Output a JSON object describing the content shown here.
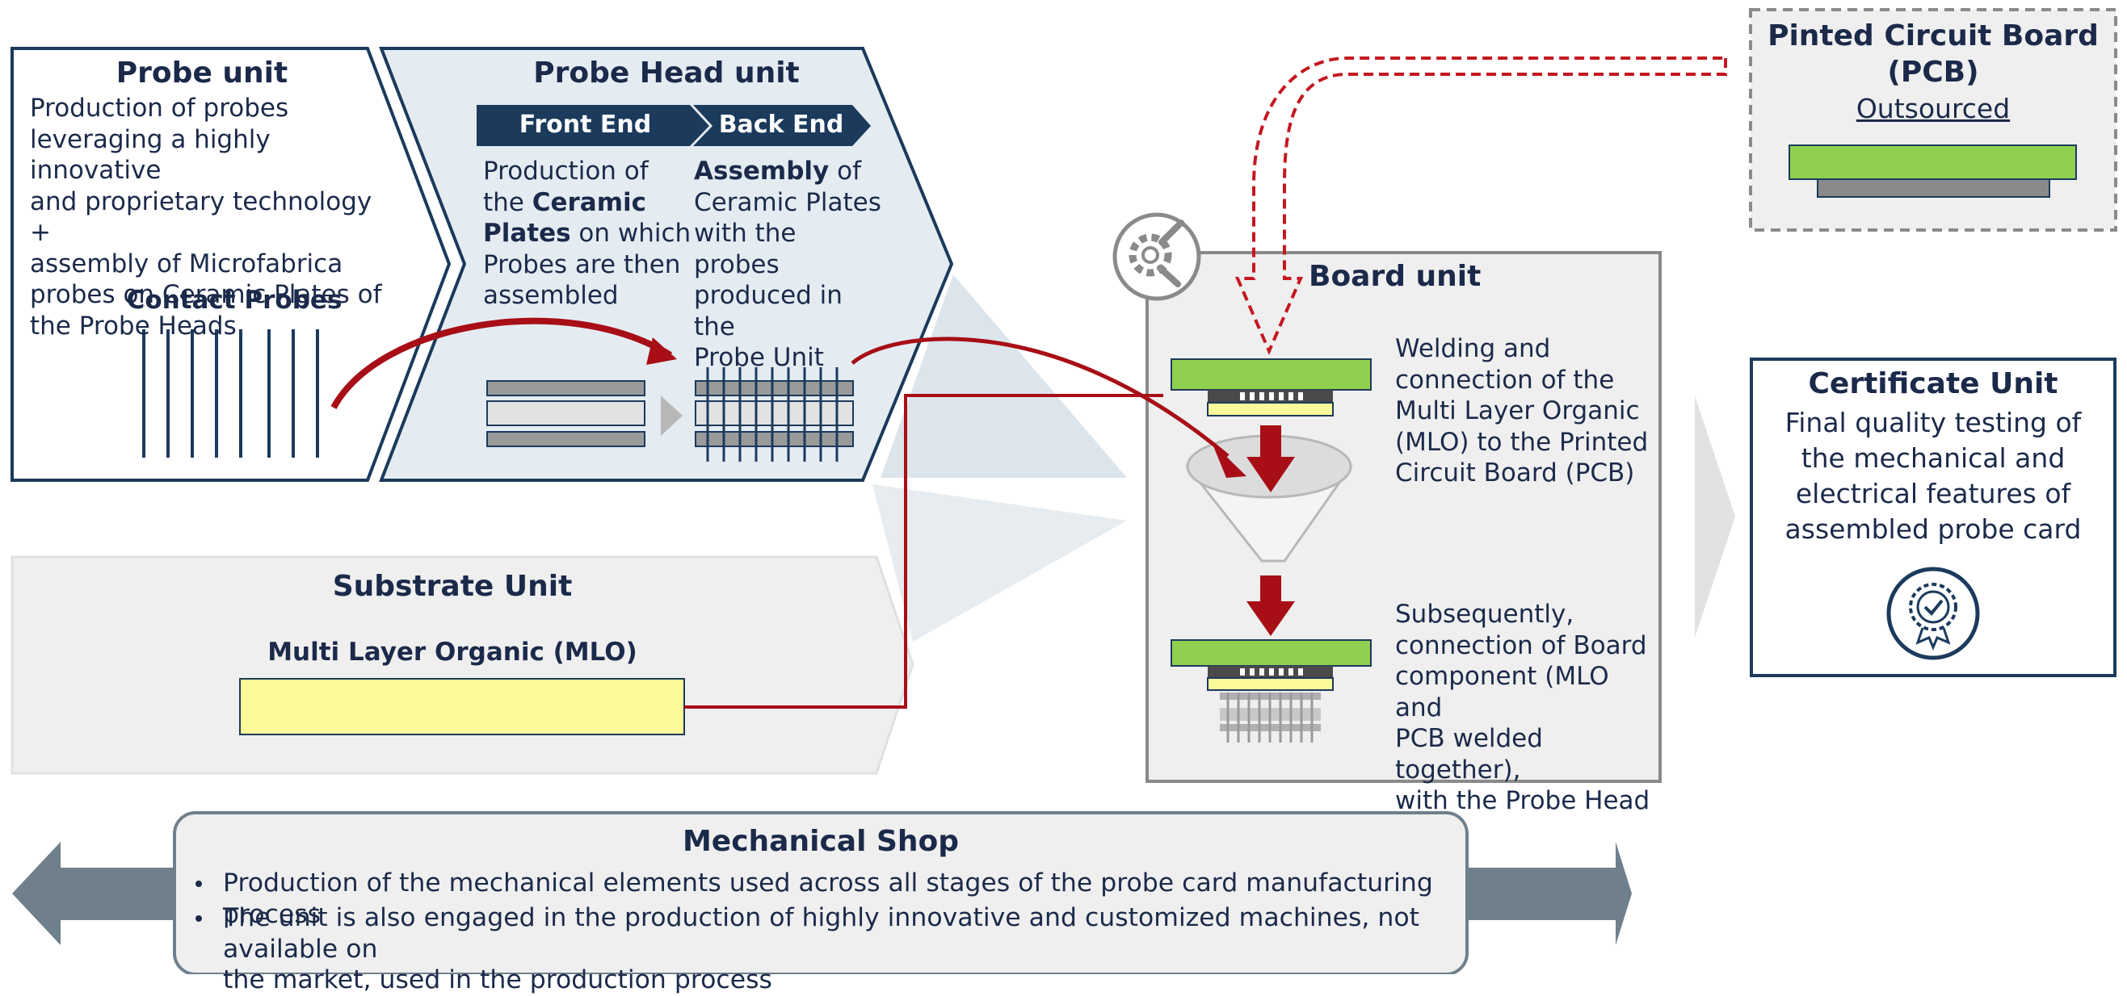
{
  "colors": {
    "navy": "#1b3a5c",
    "dark_red": "#a80e16",
    "light_blue_bg": "#e4ecf2",
    "gray_bg": "#efefef",
    "yellow": "#fbfb9a",
    "green": "#8fd14f",
    "gray_arrow": "#6f808c"
  },
  "probe_unit": {
    "title": "Probe unit",
    "lines": [
      "Production of probes",
      "leveraging a highly innovative",
      "and proprietary technology +",
      "assembly of Microfabrica",
      "probes on Ceramic Plates of",
      "the Probe Heads"
    ],
    "contact_probes_label": "Contact Probes"
  },
  "probe_head_unit": {
    "title": "Probe Head unit",
    "front_end_label": "Front End",
    "back_end_label": "Back End",
    "front_end": {
      "l1": "Production of",
      "l2_pre": "the ",
      "l2_bold": "Ceramic",
      "l3_bold": "Plates",
      "l3_post": " on which",
      "l4": "Probes are then",
      "l5": "assembled"
    },
    "back_end": {
      "l1_bold": "Assembly",
      "l1_post": " of",
      "l2": "Ceramic Plates",
      "l3": "with the probes",
      "l4": "produced in the",
      "l5": "Probe Unit"
    }
  },
  "substrate_unit": {
    "title": "Substrate Unit",
    "mlo_label": "Multi Layer Organic (MLO)"
  },
  "pcb": {
    "title_line1": "Pinted Circuit Board",
    "title_line2": "(PCB)",
    "subtitle": "Outsourced"
  },
  "board_unit": {
    "title": "Board unit",
    "step1_lines": [
      "Welding and",
      "connection of the",
      "Multi Layer Organic",
      "(MLO) to the Printed",
      "Circuit Board (PCB)"
    ],
    "step2_lines": [
      "Subsequently,",
      "connection of Board",
      "component (MLO and",
      "PCB welded together),",
      "with the Probe Head"
    ]
  },
  "certificate_unit": {
    "title": "Certificate Unit",
    "lines": [
      "Final quality testing of",
      "the mechanical and",
      "electrical features of",
      "assembled probe card"
    ]
  },
  "mechanical_shop": {
    "title": "Mechanical Shop",
    "bullet1": "Production of the mechanical elements used across all stages of the probe card manufacturing process",
    "bullet2_line1": "The unit is also engaged in the production of highly innovative and customized machines, not available on",
    "bullet2_line2": "the market, used in the production process"
  }
}
